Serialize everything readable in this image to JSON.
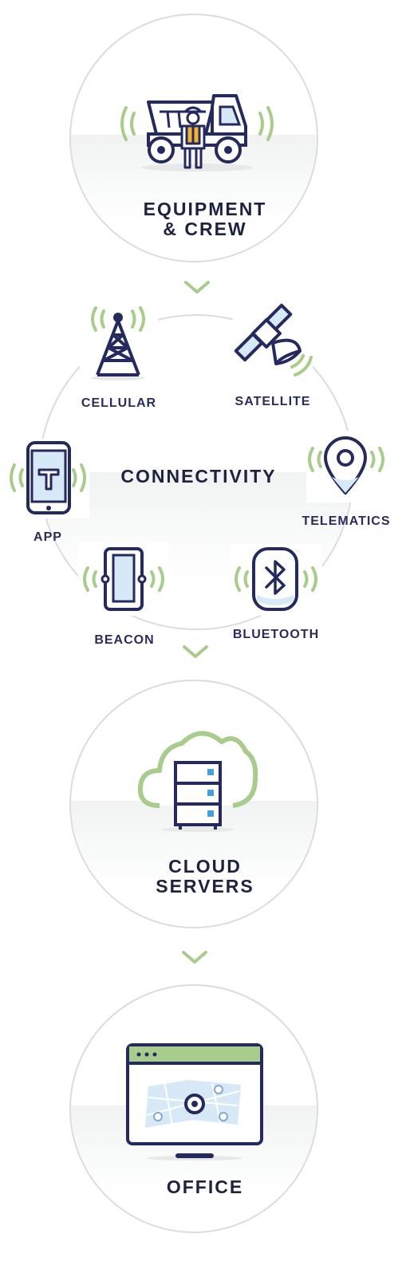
{
  "stages": {
    "equipment": {
      "line1": "EQUIPMENT",
      "line2": "& CREW"
    },
    "connectivity": {
      "title": "CONNECTIVITY",
      "items": {
        "cellular": "CELLULAR",
        "satellite": "SATELLITE",
        "app": "APP",
        "telematics": "TELEMATICS",
        "beacon": "BEACON",
        "bluetooth": "BLUETOOTH"
      }
    },
    "cloud": {
      "line1": "CLOUD",
      "line2": "SERVERS"
    },
    "office": {
      "line1": "OFFICE"
    }
  },
  "colors": {
    "navy": "#252a5e",
    "green": "#a8cc8c",
    "light_blue": "#d7e9f7",
    "accent_blue": "#4a9fd8",
    "circle_border": "#dcdcdc"
  }
}
